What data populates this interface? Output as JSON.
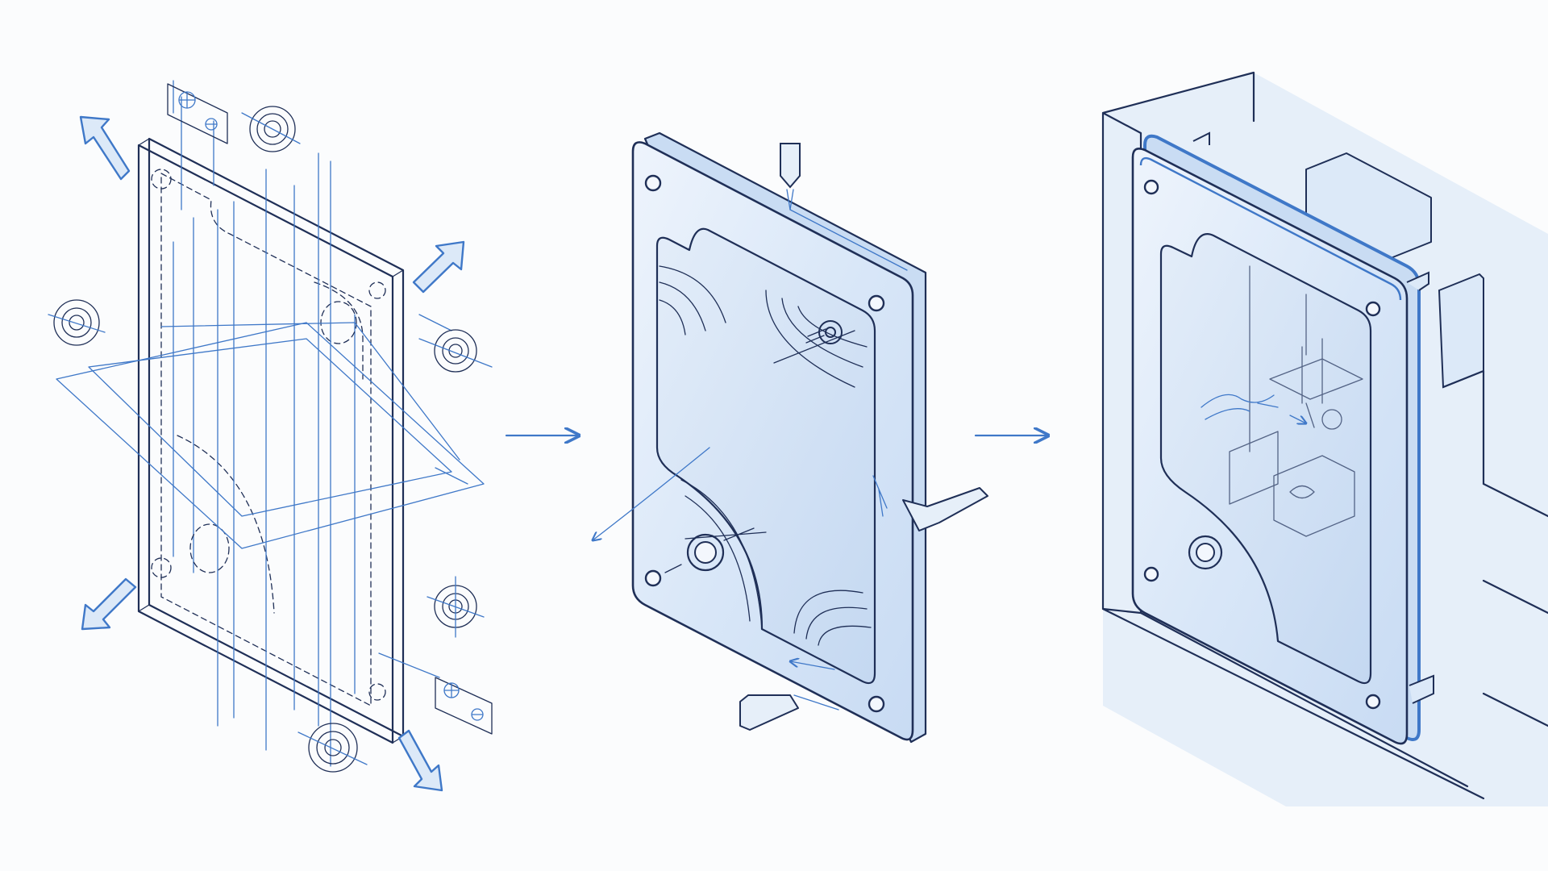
{
  "diagram": {
    "panels": [
      {
        "id": "exploded-blueprint"
      },
      {
        "id": "machined-plate"
      },
      {
        "id": "installed-enclosure"
      }
    ],
    "connectors": [
      {
        "from": "exploded-blueprint",
        "to": "machined-plate"
      },
      {
        "from": "machined-plate",
        "to": "installed-enclosure"
      }
    ],
    "colors": {
      "background": "#fbfcfd",
      "ink": "#1f2f57",
      "accent": "#3f78c8",
      "fill": "#dce9f8",
      "fill_dark": "#c9dcf3",
      "housing": "#e6eff9"
    }
  }
}
